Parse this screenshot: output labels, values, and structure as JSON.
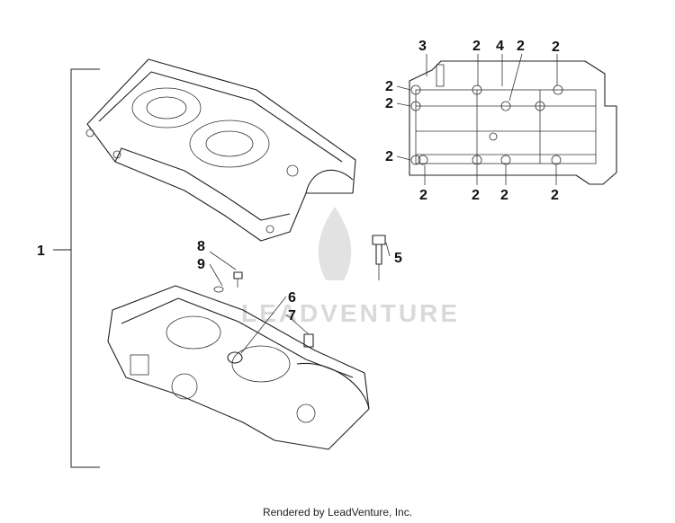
{
  "callouts": [
    "1",
    "2",
    "3",
    "4",
    "5",
    "6",
    "7",
    "8",
    "9"
  ],
  "watermark": "LEADVENTURE",
  "credit": "Rendered by LeadVenture, Inc."
}
